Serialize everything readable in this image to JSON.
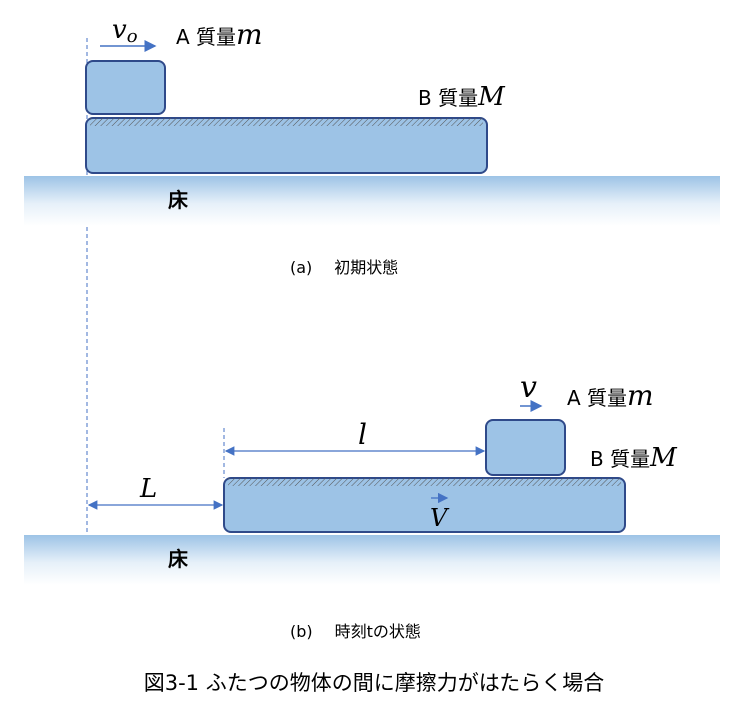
{
  "panel_a": {
    "velocity_symbol": "v",
    "velocity_subscript": "o",
    "block_a_prefix": "A 質量",
    "block_a_mass": "m",
    "block_b_prefix": "B 質量",
    "block_b_mass": "M",
    "floor_label": "床",
    "caption_tag": "(a)",
    "caption_text": "初期状態"
  },
  "panel_b": {
    "velocity_symbol": "v",
    "block_a_prefix": "A 質量",
    "block_a_mass": "m",
    "block_b_prefix": "B 質量",
    "block_b_mass": "M",
    "distance_l": "l",
    "distance_L": "L",
    "board_velocity": "V",
    "floor_label": "床",
    "caption_tag": "(b)",
    "caption_text": "時刻tの状態"
  },
  "figure_caption": "図3-1 ふたつの物体の間に摩擦力がはたらく場合",
  "colors": {
    "block_fill": "#9dc3e6",
    "block_stroke": "#2f4a8a",
    "arrow": "#4472c4",
    "floor_dark": "#9dc3e6",
    "floor_light": "#ffffff"
  }
}
